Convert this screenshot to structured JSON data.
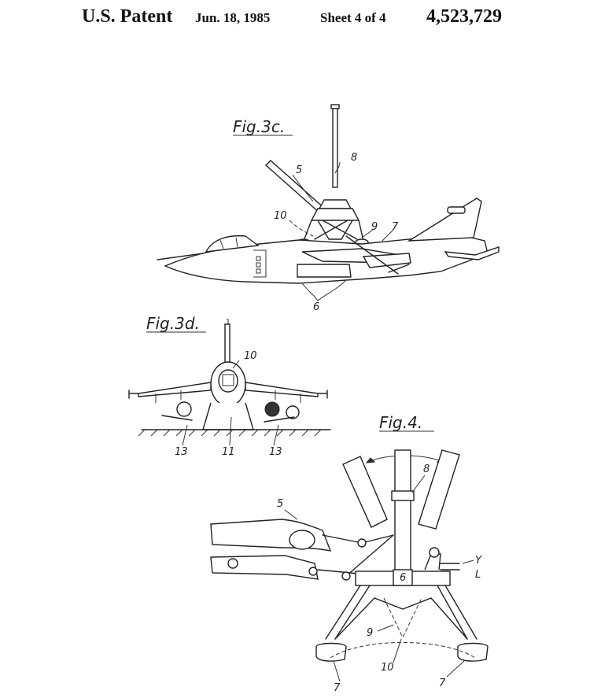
{
  "header": {
    "title": "U.S. Patent",
    "date": "Jun. 18, 1985",
    "sheet": "Sheet 4 of 4",
    "patent_number": "4,523,729"
  },
  "figures": {
    "fig3c": {
      "label": "Fig.3c.",
      "refs": {
        "r5": "5",
        "r6": "6",
        "r7": "7",
        "r8": "8",
        "r9": "9",
        "r10": "10"
      }
    },
    "fig3d": {
      "label": "Fig.3d.",
      "refs": {
        "r10": "10",
        "r11": "11",
        "r13a": "13",
        "r13b": "13"
      }
    },
    "fig4": {
      "label": "Fig.4.",
      "refs": {
        "r5": "5",
        "r6": "6",
        "r7a": "7",
        "r7b": "7",
        "r8": "8",
        "r9": "9",
        "r10": "10",
        "ry": "Y",
        "rl": "L"
      }
    }
  }
}
